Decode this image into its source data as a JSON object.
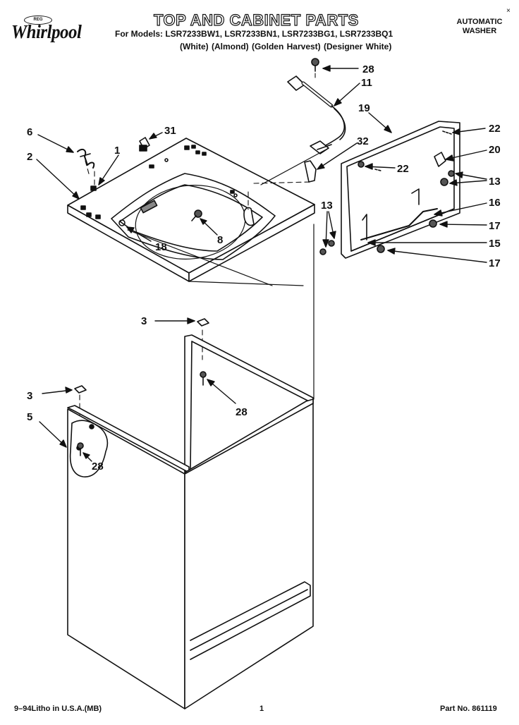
{
  "brand": {
    "logo_text": "Whirlpool",
    "badge_text": "REG"
  },
  "header": {
    "title": "TOP AND CABINET PARTS",
    "models_line": "For Models: LSR7233BW1, LSR7233BN1, LSR7233BG1, LSR7233BQ1",
    "finishes_line": "(White)     (Almond) (Golden Harvest) (Designer White)",
    "product_line1": "AUTOMATIC",
    "product_line2": "WASHER",
    "corner_mark": "×"
  },
  "callouts": [
    "28",
    "11",
    "19",
    "22",
    "20",
    "13",
    "16",
    "17",
    "15",
    "17",
    "6",
    "31",
    "1",
    "2",
    "32",
    "22",
    "13",
    "8",
    "18",
    "3",
    "28",
    "3",
    "5",
    "28"
  ],
  "footer": {
    "litho": "9–94Litho in U.S.A.(MB)",
    "page": "1",
    "part_no": "Part No. 861119"
  }
}
